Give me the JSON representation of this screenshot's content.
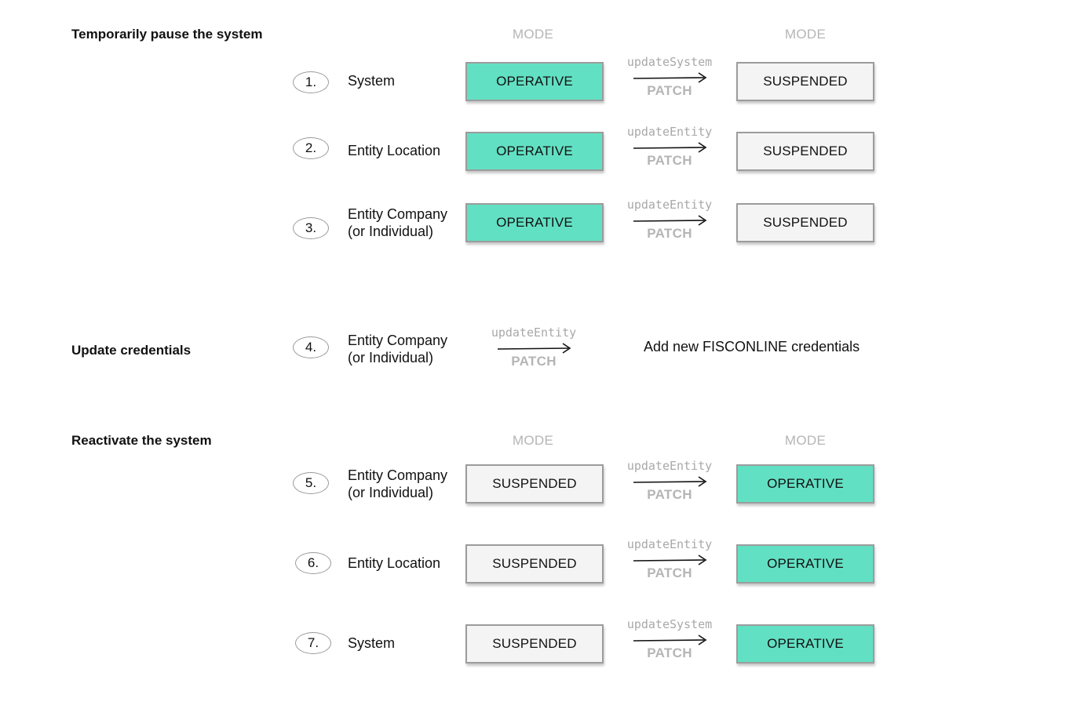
{
  "sections": {
    "pause_title": "Temporarily pause the system",
    "credentials_title": "Update credentials",
    "reactivate_title": "Reactivate the system"
  },
  "mode_label": "MODE",
  "rows": [
    {
      "step": "1.",
      "entity": "System",
      "from": "OPERATIVE",
      "method": "updateSystem",
      "verb": "PATCH",
      "to": "SUSPENDED"
    },
    {
      "step": "2.",
      "entity": "Entity Location",
      "from": "OPERATIVE",
      "method": "updateEntity",
      "verb": "PATCH",
      "to": "SUSPENDED"
    },
    {
      "step": "3.",
      "entity": "Entity Company\n(or Individual)",
      "from": "OPERATIVE",
      "method": "updateEntity",
      "verb": "PATCH",
      "to": "SUSPENDED"
    },
    {
      "step": "4.",
      "entity": "Entity Company\n(or Individual)",
      "method": "updateEntity",
      "verb": "PATCH",
      "note": "Add new FISCONLINE credentials"
    },
    {
      "step": "5.",
      "entity": "Entity Company\n(or Individual)",
      "from": "SUSPENDED",
      "method": "updateEntity",
      "verb": "PATCH",
      "to": "OPERATIVE"
    },
    {
      "step": "6.",
      "entity": "Entity Location",
      "from": "SUSPENDED",
      "method": "updateEntity",
      "verb": "PATCH",
      "to": "OPERATIVE"
    },
    {
      "step": "7.",
      "entity": "System",
      "from": "SUSPENDED",
      "method": "updateSystem",
      "verb": "PATCH",
      "to": "OPERATIVE"
    }
  ],
  "colors": {
    "operative": "#62e0c3",
    "suspended": "#f4f4f4"
  }
}
